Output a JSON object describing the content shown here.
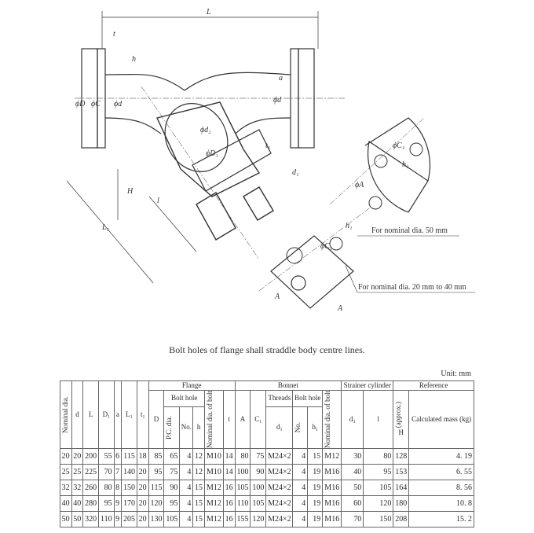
{
  "drawing": {
    "labels": {
      "L": "L",
      "t": "t",
      "h": "h",
      "D": "ϕD",
      "C": "ϕC",
      "d": "ϕd",
      "d_right": "ϕd",
      "a": "a",
      "d2": "ϕd₂",
      "D1": "ϕD₁",
      "t1": "t₁",
      "d1": "d₁",
      "H": "H",
      "l": "l",
      "L1": "L₁",
      "A_circle": "ϕA",
      "C1_circle": "ϕC₁",
      "h1_circle": "h₁",
      "C1_square": "ϕC₁",
      "h1_square": "h₁",
      "A_square1": "A",
      "A_square2": "A"
    },
    "callout_50": "For nominal dia. 50 mm",
    "callout_20_40": "For nominal dia. 20 mm to 40 mm"
  },
  "note": "Bolt holes of flange shall straddle body centre lines.",
  "unit": "Unit: mm",
  "table": {
    "h_nominal": "Nominal dia.",
    "h_d": "d",
    "h_L": "L",
    "h_D1": "D₁",
    "h_a": "a",
    "h_L1": "L₁",
    "h_t1": "t₁",
    "h_flange": "Flange",
    "h_bonnet": "Bonnet",
    "h_strainer": "Strainer cylinder",
    "h_reference": "Reference",
    "h_D": "D",
    "h_bolthole": "Bolt hole",
    "h_pcdia": "P.C. dia.",
    "h_no": "No.",
    "h_h": "h",
    "h_nomdiabolt": "Nominal dia. of bolt",
    "h_t": "t",
    "h_A": "A",
    "h_C1": "C₁",
    "h_threads": "Threads",
    "h_threads_sym": "d₁",
    "h_bolthole2": "Bolt hole",
    "h_no2": "No.",
    "h_h1": "h₁",
    "h_nomdiabolt2": "Nominal dia. of bolt",
    "h_d3": "d₃",
    "h_l": "l",
    "h_approx": "(approx.)",
    "h_H": "H",
    "h_mass": "Calculated mass (kg)",
    "rows": [
      [
        "20",
        "20",
        "200",
        "55",
        "6",
        "115",
        "18",
        "85",
        "65",
        "4",
        "12",
        "M10",
        "14",
        "80",
        "75",
        "M24×2",
        "4",
        "15",
        "M12",
        "30",
        "80",
        "128",
        "4. 19"
      ],
      [
        "25",
        "25",
        "225",
        "70",
        "7",
        "140",
        "20",
        "95",
        "75",
        "4",
        "12",
        "M10",
        "14",
        "100",
        "90",
        "M24×2",
        "4",
        "19",
        "M16",
        "40",
        "95",
        "153",
        "6. 55"
      ],
      [
        "32",
        "32",
        "260",
        "80",
        "8",
        "150",
        "20",
        "115",
        "90",
        "4",
        "15",
        "M12",
        "16",
        "105",
        "100",
        "M24×2",
        "4",
        "19",
        "M16",
        "50",
        "105",
        "164",
        "8. 56"
      ],
      [
        "40",
        "40",
        "280",
        "95",
        "9",
        "170",
        "20",
        "120",
        "95",
        "4",
        "15",
        "M12",
        "16",
        "110",
        "105",
        "M24×2",
        "4",
        "19",
        "M16",
        "60",
        "120",
        "180",
        "10. 8"
      ],
      [
        "50",
        "50",
        "320",
        "110",
        "9",
        "205",
        "20",
        "130",
        "105",
        "4",
        "15",
        "M12",
        "16",
        "155",
        "120",
        "M24×2",
        "4",
        "19",
        "M16",
        "70",
        "150",
        "208",
        "15. 2"
      ]
    ]
  }
}
